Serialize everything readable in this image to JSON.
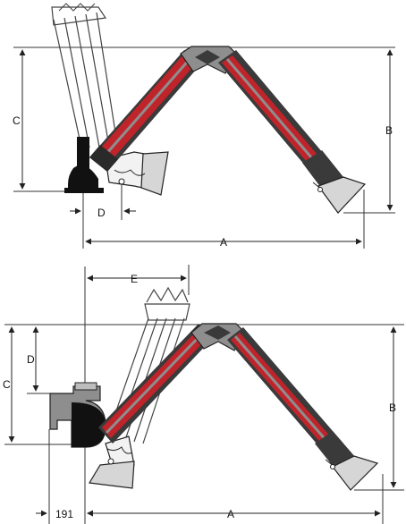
{
  "colors": {
    "arm_red": "#c0242b",
    "arm_dark": "#3a3a3a",
    "joint_grey": "#8e8e8e",
    "hood_light": "#d6d6d6",
    "line": "#222222"
  },
  "diagram_top": {
    "labels": {
      "a": "A",
      "b": "B",
      "c": "C",
      "d": "D"
    }
  },
  "diagram_bottom": {
    "labels": {
      "a": "A",
      "b": "B",
      "c": "C",
      "d": "D",
      "e": "E",
      "offset": "191"
    }
  }
}
